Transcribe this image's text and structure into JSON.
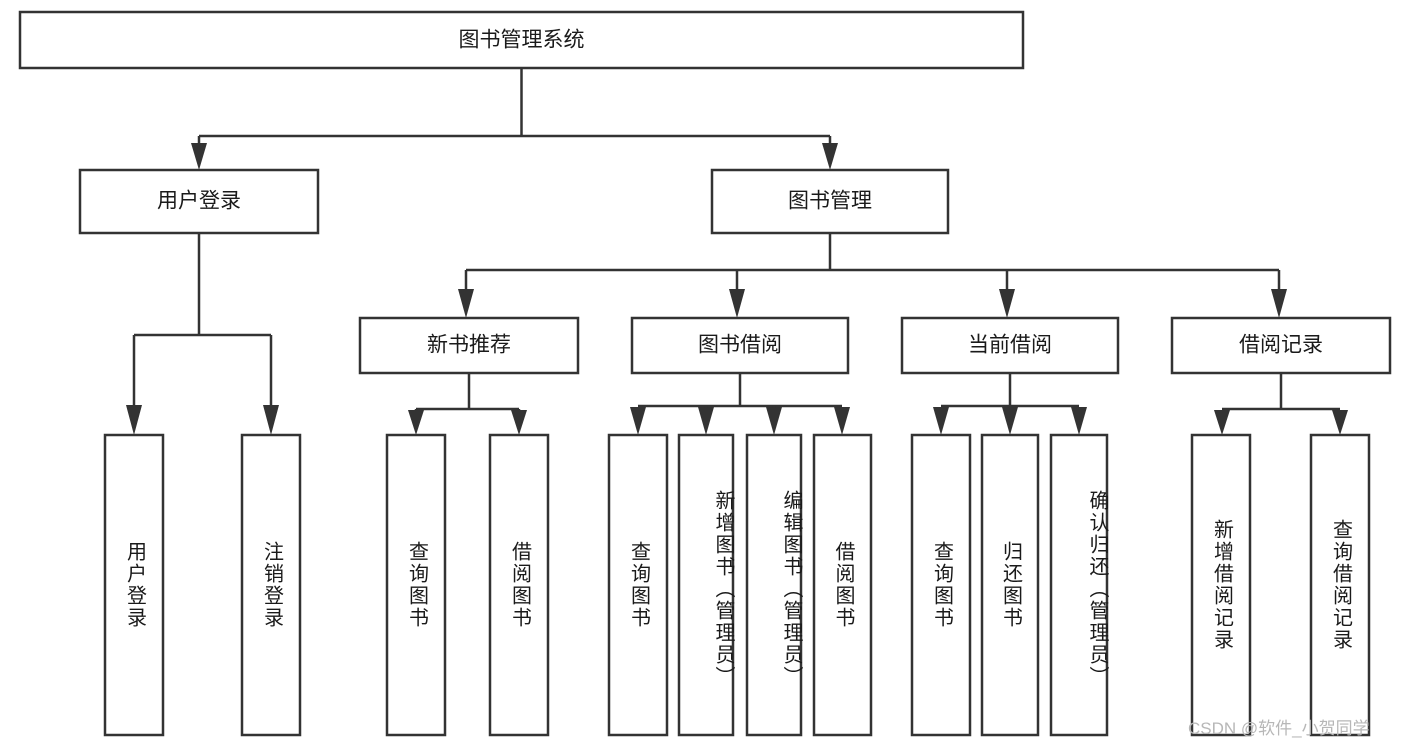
{
  "diagram": {
    "type": "tree-hierarchy-chart",
    "title": "图书管理系统",
    "orientation": "top-down",
    "box_fill": "#ffffff",
    "box_stroke": "#333333",
    "connector_color": "#333333",
    "levels": [
      {
        "level": 1,
        "nodes": [
          {
            "id": "root",
            "label": "图书管理系统",
            "text_direction": "horizontal"
          }
        ]
      },
      {
        "level": 2,
        "nodes": [
          {
            "id": "login",
            "label": "用户登录",
            "text_direction": "horizontal",
            "parent": "root"
          },
          {
            "id": "bookmgmt",
            "label": "图书管理",
            "text_direction": "horizontal",
            "parent": "root"
          }
        ]
      },
      {
        "level": 3,
        "nodes": [
          {
            "id": "newbook",
            "label": "新书推荐",
            "text_direction": "horizontal",
            "parent": "bookmgmt"
          },
          {
            "id": "borrow",
            "label": "图书借阅",
            "text_direction": "horizontal",
            "parent": "bookmgmt"
          },
          {
            "id": "current",
            "label": "当前借阅",
            "text_direction": "horizontal",
            "parent": "bookmgmt"
          },
          {
            "id": "records",
            "label": "借阅记录",
            "text_direction": "horizontal",
            "parent": "bookmgmt"
          }
        ]
      },
      {
        "level": 4,
        "nodes": [
          {
            "id": "leaf-1",
            "label": "用户登录",
            "text_direction": "vertical",
            "parent": "login"
          },
          {
            "id": "leaf-2",
            "label": "注销登录",
            "text_direction": "vertical",
            "parent": "login"
          },
          {
            "id": "leaf-3",
            "label": "查询图书",
            "text_direction": "vertical",
            "parent": "newbook"
          },
          {
            "id": "leaf-4",
            "label": "借阅图书",
            "text_direction": "vertical",
            "parent": "newbook"
          },
          {
            "id": "leaf-5",
            "label": "查询图书",
            "text_direction": "vertical",
            "parent": "borrow"
          },
          {
            "id": "leaf-6",
            "label": "新增图书（管理员）",
            "text_direction": "vertical",
            "parent": "borrow"
          },
          {
            "id": "leaf-7",
            "label": "编辑图书（管理员）",
            "text_direction": "vertical",
            "parent": "borrow"
          },
          {
            "id": "leaf-8",
            "label": "借阅图书",
            "text_direction": "vertical",
            "parent": "borrow"
          },
          {
            "id": "leaf-9",
            "label": "查询图书",
            "text_direction": "vertical",
            "parent": "current"
          },
          {
            "id": "leaf-10",
            "label": "归还图书",
            "text_direction": "vertical",
            "parent": "current"
          },
          {
            "id": "leaf-11",
            "label": "确认归还（管理员）",
            "text_direction": "vertical",
            "parent": "current"
          },
          {
            "id": "leaf-12",
            "label": "新增借阅记录",
            "text_direction": "vertical",
            "parent": "records"
          },
          {
            "id": "leaf-13",
            "label": "查询借阅记录",
            "text_direction": "vertical",
            "parent": "records"
          }
        ]
      }
    ]
  },
  "watermark": {
    "text": "CSDN @软件_小贺同学",
    "color": "#b7b7b7"
  }
}
